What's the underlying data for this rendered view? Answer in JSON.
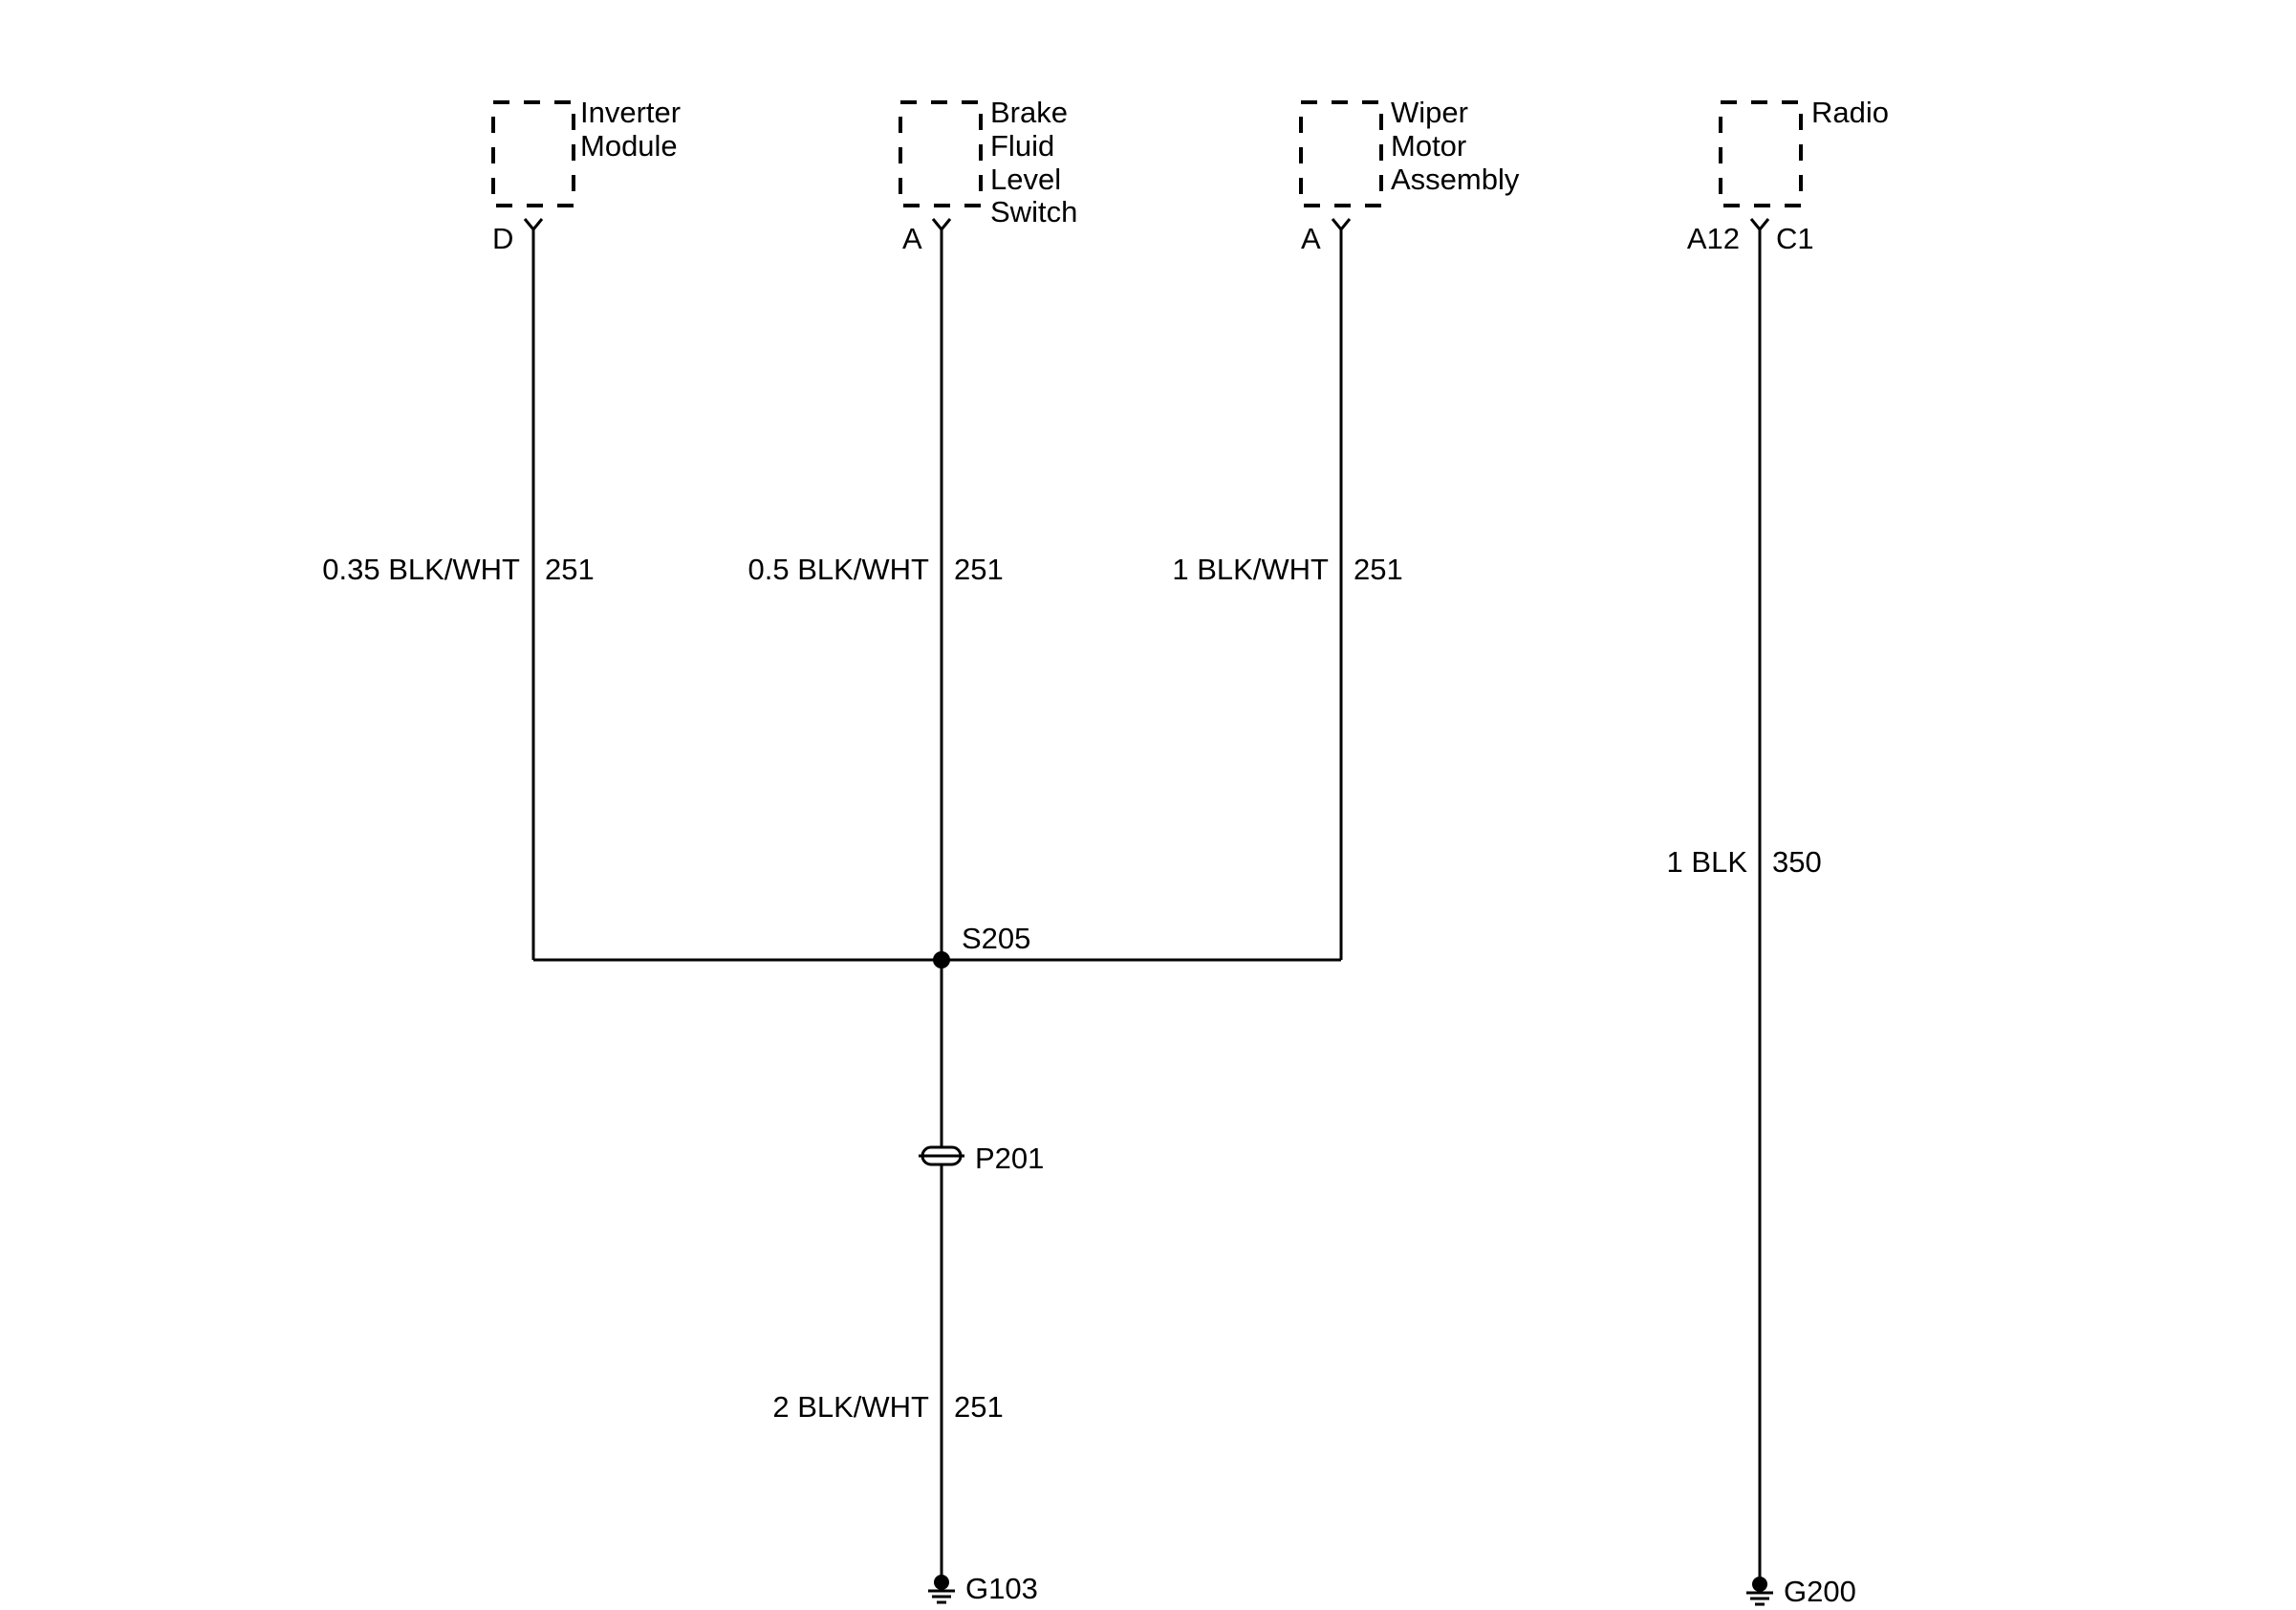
{
  "components": {
    "inverter": {
      "name_lines": [
        "Inverter",
        "Module"
      ],
      "pin": "D"
    },
    "brake": {
      "name_lines": [
        "Brake",
        "Fluid",
        "Level",
        "Switch"
      ],
      "pin": "A"
    },
    "wiper": {
      "name_lines": [
        "Wiper",
        "Motor",
        "Assembly"
      ],
      "pin": "A"
    },
    "radio": {
      "name_lines": [
        "Radio"
      ],
      "pin_left": "A12",
      "pin_right": "C1"
    }
  },
  "wires": {
    "inverter": {
      "spec": "0.35 BLK/WHT",
      "circuit": "251"
    },
    "brake": {
      "spec": "0.5 BLK/WHT",
      "circuit": "251"
    },
    "wiper": {
      "spec": "1 BLK/WHT",
      "circuit": "251"
    },
    "ground_main": {
      "spec": "2 BLK/WHT",
      "circuit": "251"
    },
    "radio": {
      "spec": "1 BLK",
      "circuit": "350"
    }
  },
  "splice": {
    "label": "S205"
  },
  "connector": {
    "label": "P201"
  },
  "grounds": {
    "g103": "G103",
    "g200": "G200"
  },
  "colors": {
    "line": "#000000",
    "background": "#ffffff"
  }
}
